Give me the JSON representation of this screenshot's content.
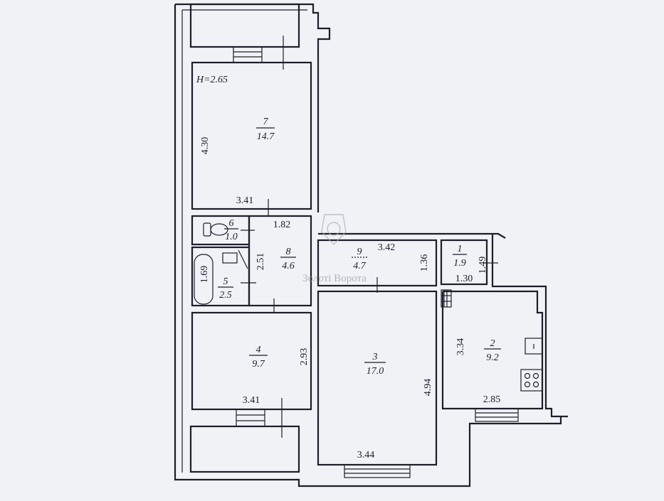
{
  "plan": {
    "ceiling_height": "H=2.65",
    "rooms": [
      {
        "id": "room-1",
        "number": "1",
        "area": "1.9"
      },
      {
        "id": "room-2",
        "number": "2",
        "area": "9.2"
      },
      {
        "id": "room-3",
        "number": "3",
        "area": "17.0"
      },
      {
        "id": "room-4",
        "number": "4",
        "area": "9.7"
      },
      {
        "id": "room-5",
        "number": "5",
        "area": "2.5"
      },
      {
        "id": "room-6",
        "number": "6",
        "area": "1.0"
      },
      {
        "id": "room-7",
        "number": "7",
        "area": "14.7"
      },
      {
        "id": "room-8",
        "number": "8",
        "area": "4.6"
      },
      {
        "id": "room-9",
        "number": "9",
        "area": "4.7"
      }
    ],
    "dimensions": {
      "room7_height": "4.30",
      "room7_width": "3.41",
      "room8_width": "1.82",
      "room8_height": "2.51",
      "room5_height": "1.69",
      "room9_width": "3.42",
      "room9_height": "1.36",
      "room1_height": "1.49",
      "room1_width": "1.30",
      "room4_height": "2.93",
      "room4_width": "3.41",
      "room3_height": "4.94",
      "room3_width": "3.44",
      "room2_height": "3.34",
      "room2_width": "2.85"
    },
    "watermark": "Золоті Ворота"
  }
}
